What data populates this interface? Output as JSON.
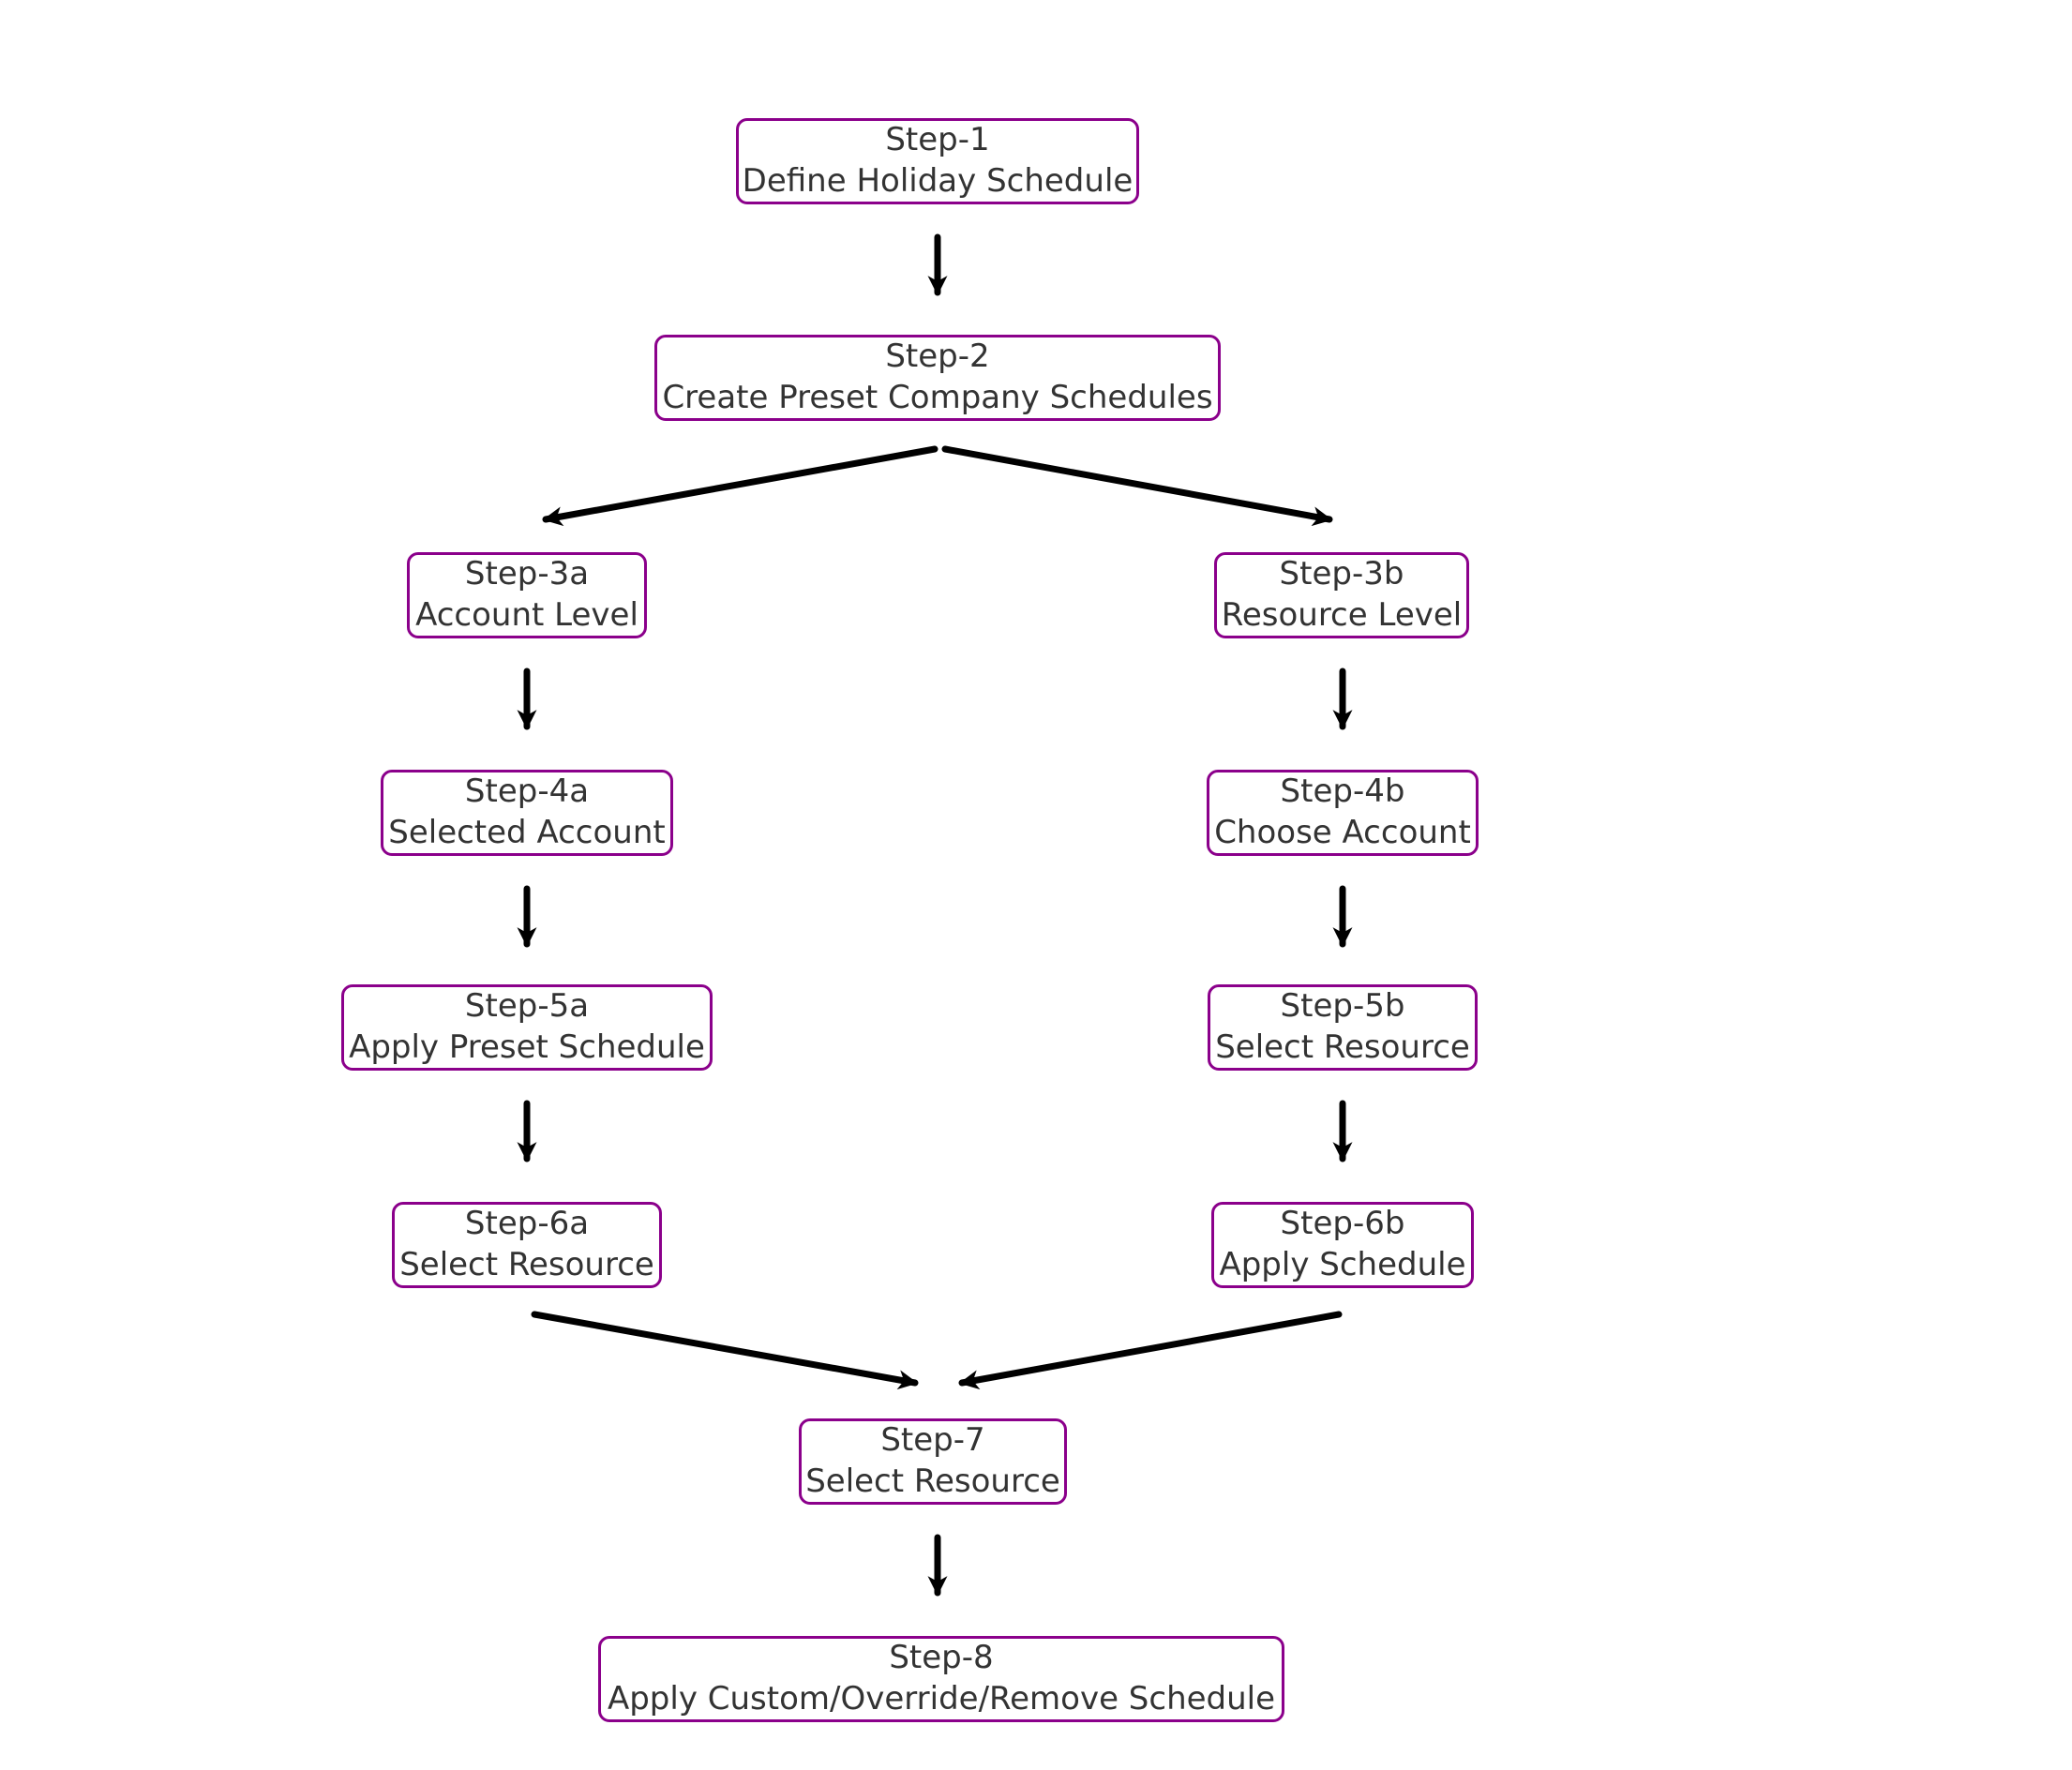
{
  "colors": {
    "box_border": "#8B008B",
    "text": "#333333",
    "arrow": "#000000",
    "background": "#FFFFFF"
  },
  "nodes": [
    {
      "id": "step-1",
      "step": "Step-1",
      "label": "Define Holiday Schedule"
    },
    {
      "id": "step-2",
      "step": "Step-2",
      "label": "Create Preset Company Schedules"
    },
    {
      "id": "step-3a",
      "step": "Step-3a",
      "label": "Account Level"
    },
    {
      "id": "step-3b",
      "step": "Step-3b",
      "label": "Resource Level"
    },
    {
      "id": "step-4a",
      "step": "Step-4a",
      "label": "Selected Account"
    },
    {
      "id": "step-4b",
      "step": "Step-4b",
      "label": "Choose Account"
    },
    {
      "id": "step-5a",
      "step": "Step-5a",
      "label": "Apply Preset Schedule"
    },
    {
      "id": "step-5b",
      "step": "Step-5b",
      "label": "Select Resource"
    },
    {
      "id": "step-6a",
      "step": "Step-6a",
      "label": "Select Resource"
    },
    {
      "id": "step-6b",
      "step": "Step-6b",
      "label": "Apply Schedule"
    },
    {
      "id": "step-7",
      "step": "Step-7",
      "label": "Select Resource"
    },
    {
      "id": "step-8",
      "step": "Step-8",
      "label": "Apply Custom/Override/Remove Schedule"
    }
  ],
  "edges": [
    {
      "from": "step-1",
      "to": "step-2"
    },
    {
      "from": "step-2",
      "to": "step-3a"
    },
    {
      "from": "step-2",
      "to": "step-3b"
    },
    {
      "from": "step-3a",
      "to": "step-4a"
    },
    {
      "from": "step-3b",
      "to": "step-4b"
    },
    {
      "from": "step-4a",
      "to": "step-5a"
    },
    {
      "from": "step-4b",
      "to": "step-5b"
    },
    {
      "from": "step-5a",
      "to": "step-6a"
    },
    {
      "from": "step-5b",
      "to": "step-6b"
    },
    {
      "from": "step-6a",
      "to": "step-7"
    },
    {
      "from": "step-6b",
      "to": "step-7"
    },
    {
      "from": "step-7",
      "to": "step-8"
    }
  ]
}
